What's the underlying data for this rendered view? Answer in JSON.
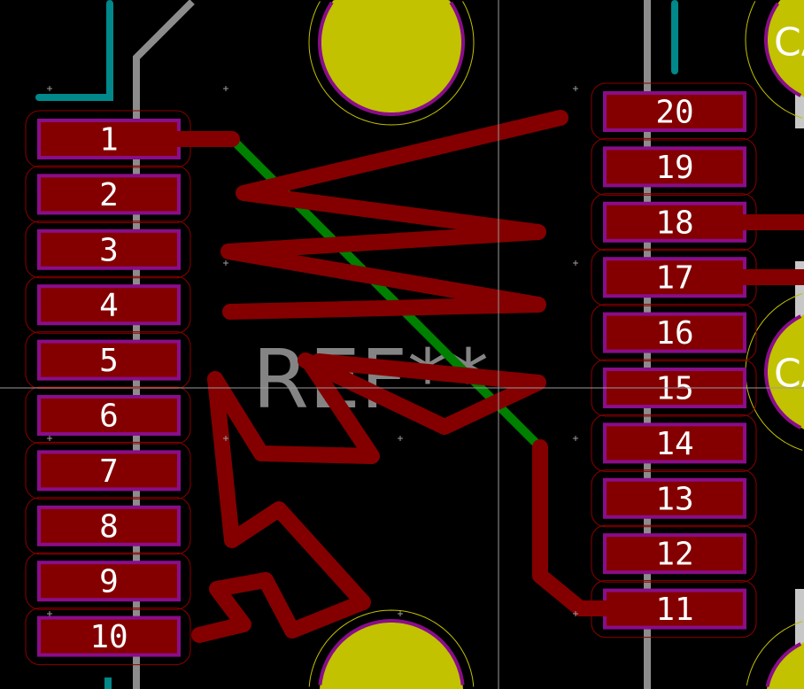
{
  "footprint": {
    "reference": "REF**",
    "left_pads": [
      "1",
      "2",
      "3",
      "4",
      "5",
      "6",
      "7",
      "8",
      "9",
      "10"
    ],
    "right_pads": [
      "20",
      "19",
      "18",
      "17",
      "16",
      "15",
      "14",
      "13",
      "12",
      "11"
    ]
  },
  "mounting_holes": {
    "label": "CA"
  },
  "colors": {
    "background": "#000000",
    "front_copper": "#840000",
    "pad_outline": "#8a0d8a",
    "inner_track": "#008000",
    "back_track": "#00888a",
    "edge_track": "#888888",
    "hole": "#c2c200",
    "courtyard": "#8a0000"
  }
}
